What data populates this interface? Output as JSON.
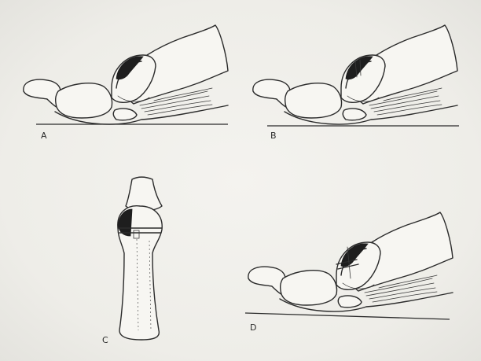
{
  "panels": [
    {
      "id": "A",
      "label": "A"
    },
    {
      "id": "B",
      "label": "B"
    },
    {
      "id": "C",
      "label": "C"
    },
    {
      "id": "D",
      "label": "D"
    }
  ],
  "colors": {
    "paper": "#eeede8",
    "ink": "#2b2b2b",
    "lesion": "#1e1e1e"
  }
}
